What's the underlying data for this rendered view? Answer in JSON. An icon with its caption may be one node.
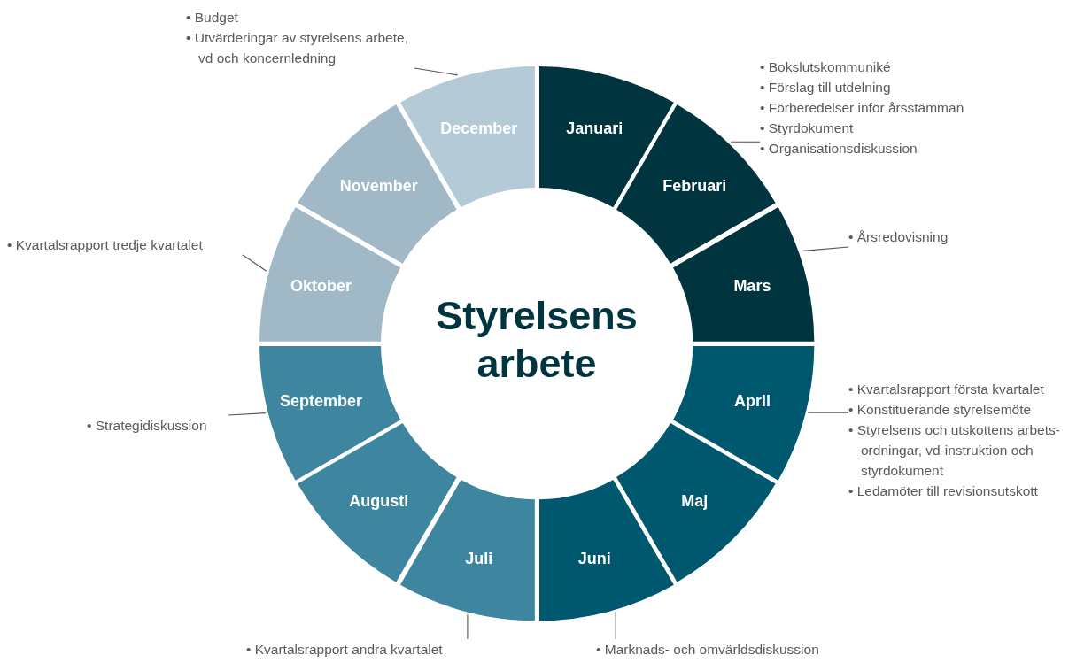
{
  "diagram": {
    "title": "Styrelsens arbete",
    "nodes": [
      {
        "text": [
          "Januari"
        ]
      },
      {
        "text": [
          "Februari"
        ]
      },
      {
        "text": [
          "Mars"
        ]
      },
      {
        "text": [
          "April"
        ]
      },
      {
        "text": [
          "Maj"
        ]
      },
      {
        "text": [
          "Juni"
        ]
      },
      {
        "text": [
          "Juli"
        ]
      },
      {
        "text": [
          "Augusti"
        ]
      },
      {
        "text": [
          "September"
        ]
      },
      {
        "text": [
          "Oktober"
        ]
      },
      {
        "text": [
          "November"
        ]
      },
      {
        "text": [
          "December"
        ]
      },
      {
        "text": [
          "• Budget",
          "• Utvärderingar av styrelsens arbete, vd och koncernledning"
        ]
      },
      {
        "text": [
          "• Bokslutskommuniké",
          "• Förslag till utdelning",
          "• Förberedelser inför årsstämman",
          "• Styrdokument",
          "• Organisationsdiskussion"
        ]
      },
      {
        "text": [
          "• Årsredovisning"
        ]
      },
      {
        "text": [
          "• Kvartalsrapport tredje kvartalet"
        ]
      },
      {
        "text": [
          "• Kvartalsrapport första kvartalet",
          "• Konstituerande styrelsemöte",
          "• Styrelsens och utskottens arbets- ordningar, vd-instruktion och styrdokument",
          "• Ledamöter till revisionsutskott"
        ]
      },
      {
        "text": [
          "• Strategidiskussion"
        ]
      },
      {
        "text": [
          "• Kvartalsrapport andra kvartalet"
        ]
      },
      {
        "text": [
          "• Marknads- och omvärldsdiskussion"
        ]
      }
    ],
    "edges": [
      {
        "from": 12,
        "to": 11,
        "arrow": "none"
      },
      {
        "from": 13,
        "to": 1,
        "arrow": "none"
      },
      {
        "from": 14,
        "to": 2,
        "arrow": "none"
      },
      {
        "from": 15,
        "to": 9,
        "arrow": "none"
      },
      {
        "from": 16,
        "to": 3,
        "arrow": "none"
      },
      {
        "from": 17,
        "to": 8,
        "arrow": "none"
      },
      {
        "from": 18,
        "to": 6,
        "arrow": "none"
      },
      {
        "from": 19,
        "to": 5,
        "arrow": "none"
      }
    ]
  }
}
